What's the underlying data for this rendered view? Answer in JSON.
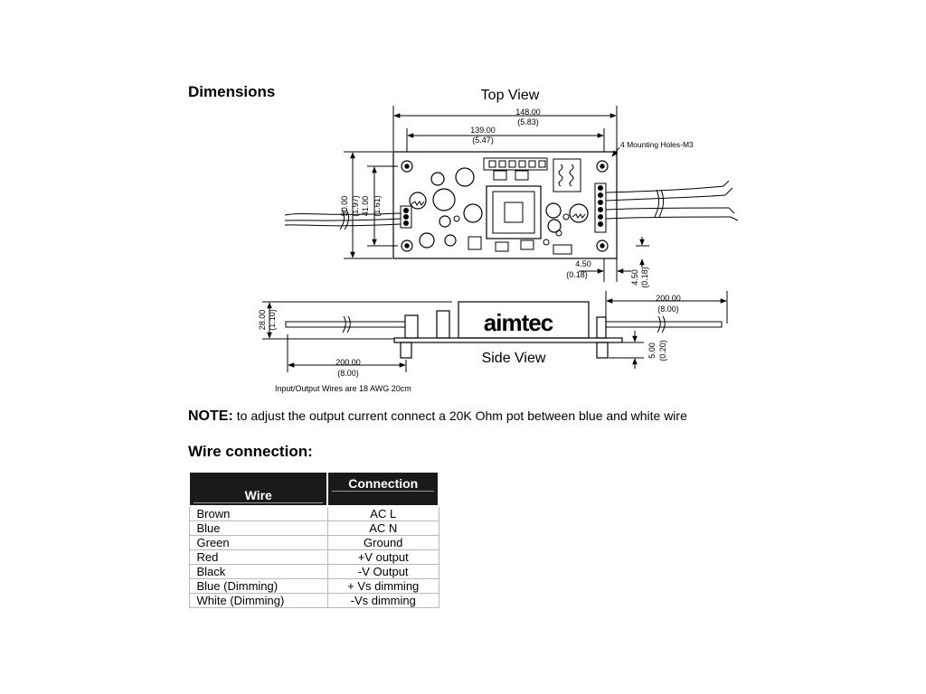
{
  "headings": {
    "dimensions": "Dimensions",
    "top_view": "Top View",
    "side_view": "Side View",
    "wire_connection": "Wire connection:"
  },
  "top_view_dims": {
    "overall_length": "148.00",
    "overall_length_in": "(5.83)",
    "hole_spacing_length": "139.00",
    "hole_spacing_length_in": "(5.47)",
    "mounting_holes": "4 Mounting Holes-M3",
    "overall_width": "50.00",
    "overall_width_in": "(1.97)",
    "hole_spacing_width": "41.00",
    "hole_spacing_width_in": "(1.61)",
    "hole_offset_x": "4.50",
    "hole_offset_x_in": "(0.18)",
    "hole_offset_y": "4.50",
    "hole_offset_y_in": "(0.18)"
  },
  "side_view_dims": {
    "height": "28.00",
    "height_in": "(1.10)",
    "wire_right": "200.00",
    "wire_right_in": "(8.00)",
    "wire_left": "200.00",
    "wire_left_in": "(8.00)",
    "standoff": "5.00",
    "standoff_in": "(0.20)",
    "brand": "aimtec",
    "wire_note": "Input/Output Wires are 18 AWG 20cm"
  },
  "note": {
    "label": "NOTE:",
    "text": "to adjust the output current connect a 20K Ohm pot between blue and white wire"
  },
  "table": {
    "headers": [
      "Wire",
      "Connection"
    ],
    "rows": [
      [
        "Brown",
        "AC L"
      ],
      [
        "Blue",
        "AC N"
      ],
      [
        "Green",
        "Ground"
      ],
      [
        "Red",
        "+V output"
      ],
      [
        "Black",
        "-V Output"
      ],
      [
        "Blue (Dimming)",
        "+ Vs dimming"
      ],
      [
        "White (Dimming)",
        "-Vs dimming"
      ]
    ]
  }
}
